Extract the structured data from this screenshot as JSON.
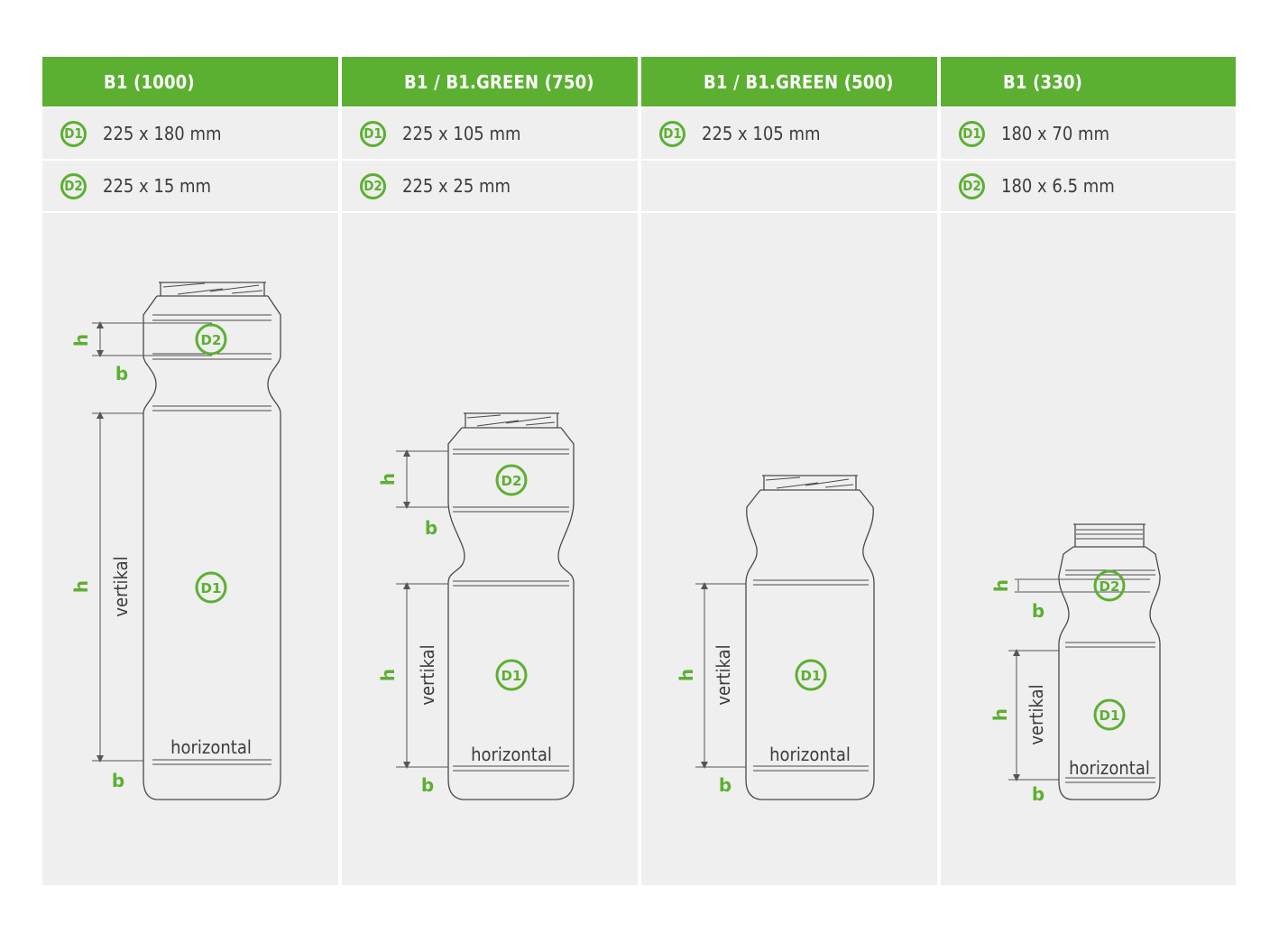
{
  "columns": [
    {
      "title": "B1 (1000)",
      "d1": {
        "badge": "D1",
        "value": "225 x 180 mm"
      },
      "d2": {
        "badge": "D2",
        "value": "225 x 15 mm"
      }
    },
    {
      "title": "B1 / B1.GREEN (750)",
      "d1": {
        "badge": "D1",
        "value": "225 x 105 mm"
      },
      "d2": {
        "badge": "D2",
        "value": "225 x 25 mm"
      }
    },
    {
      "title": "B1 / B1.GREEN (500)",
      "d1": {
        "badge": "D1",
        "value": "225 x 105 mm"
      },
      "d2": {
        "badge": "",
        "value": ""
      }
    },
    {
      "title": "B1 (330)",
      "d1": {
        "badge": "D1",
        "value": "180 x 70 mm"
      },
      "d2": {
        "badge": "D2",
        "value": "180 x 6.5 mm"
      }
    }
  ],
  "labels": {
    "height_letter": "h",
    "width_letter": "b",
    "vertical": "vertikal",
    "horizontal": "horizontal",
    "d1": "D1",
    "d2": "D2"
  },
  "colors": {
    "green": "#5cb031",
    "panel": "#efefef",
    "text": "#3c3c3c"
  }
}
